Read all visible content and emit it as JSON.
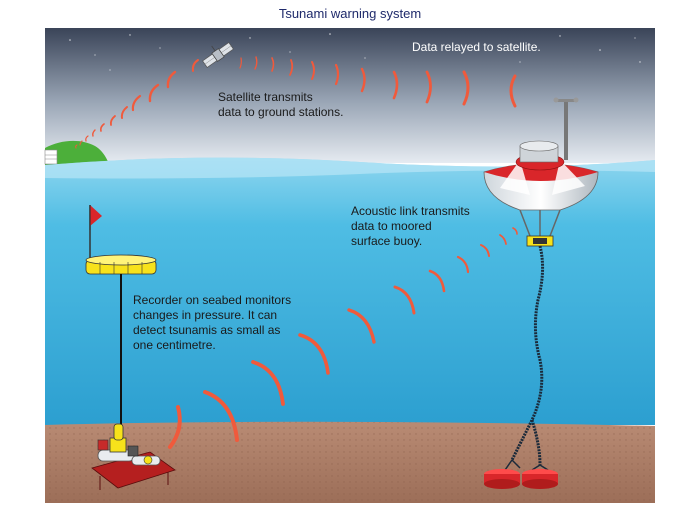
{
  "title": "Tsunami warning system",
  "labels": {
    "satellite_relay": "Data relayed to satellite.",
    "satellite_transmits": "Satellite transmits\ndata to ground stations.",
    "acoustic_link": "Acoustic link transmits\ndata to moored\nsurface buoy.",
    "recorder": "Recorder on seabed monitors\nchanges in pressure. It can\ndetect tsunamis as small as\none centimetre."
  },
  "colors": {
    "sky_top": "#3a4458",
    "sky_bottom": "#e6ebf1",
    "sea": "#3aaed8",
    "sea_surface": "#8fd6ef",
    "seabed": "#b5836b",
    "land": "#4caf3a",
    "signal": "#f05a3c",
    "buoy_red": "#d9262a",
    "flag": "#d9262a",
    "float_yellow": "#f7e21b"
  }
}
